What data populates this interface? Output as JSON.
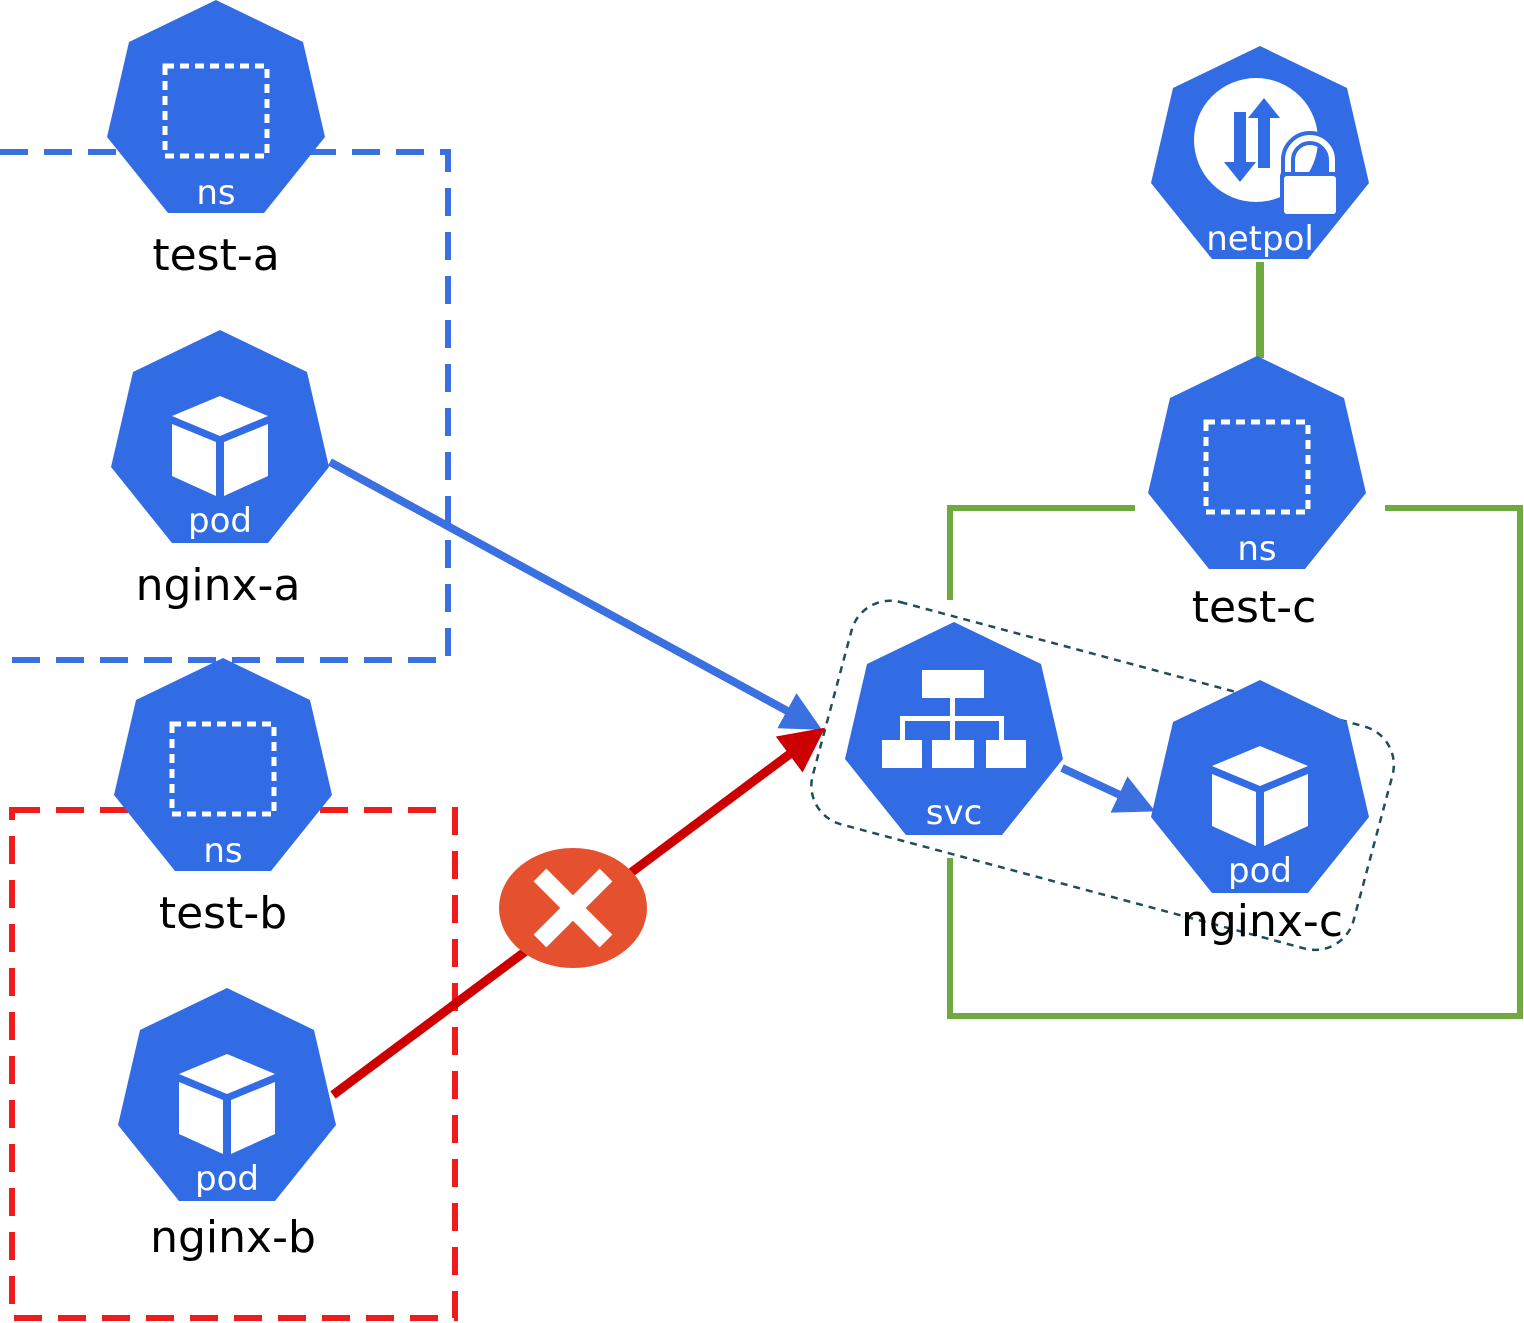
{
  "colors": {
    "k8s_blue": "#326CE5",
    "allowed_blue": "#3A70E0",
    "denied_red": "#CC0000",
    "box_red": "#EE1C1C",
    "box_green": "#6FA93F",
    "block_orange": "#E5512F",
    "svc_group_dash": "#1F4E5A"
  },
  "nodes": {
    "ns_test_a": {
      "icon": "namespace-icon",
      "icon_label": "ns",
      "name": "test-a"
    },
    "pod_nginx_a": {
      "icon": "pod-cube-icon",
      "icon_label": "pod",
      "name": "nginx-a"
    },
    "ns_test_b": {
      "icon": "namespace-icon",
      "icon_label": "ns",
      "name": "test-b"
    },
    "pod_nginx_b": {
      "icon": "pod-cube-icon",
      "icon_label": "pod",
      "name": "nginx-b"
    },
    "netpol": {
      "icon": "network-policy-icon",
      "icon_label": "netpol"
    },
    "ns_test_c": {
      "icon": "namespace-icon",
      "icon_label": "ns",
      "name": "test-c"
    },
    "svc": {
      "icon": "service-hierarchy-icon",
      "icon_label": "svc"
    },
    "pod_nginx_c": {
      "icon": "pod-cube-icon",
      "icon_label": "pod",
      "name": "nginx-c"
    }
  },
  "edges": [
    {
      "from": "pod_nginx_a",
      "to": "svc",
      "status": "allowed"
    },
    {
      "from": "pod_nginx_b",
      "to": "svc",
      "status": "blocked",
      "marker": "blocked-x-icon"
    },
    {
      "from": "svc",
      "to": "pod_nginx_c",
      "status": "allowed"
    },
    {
      "from": "netpol",
      "to": "ns_test_c",
      "status": "attached"
    }
  ]
}
